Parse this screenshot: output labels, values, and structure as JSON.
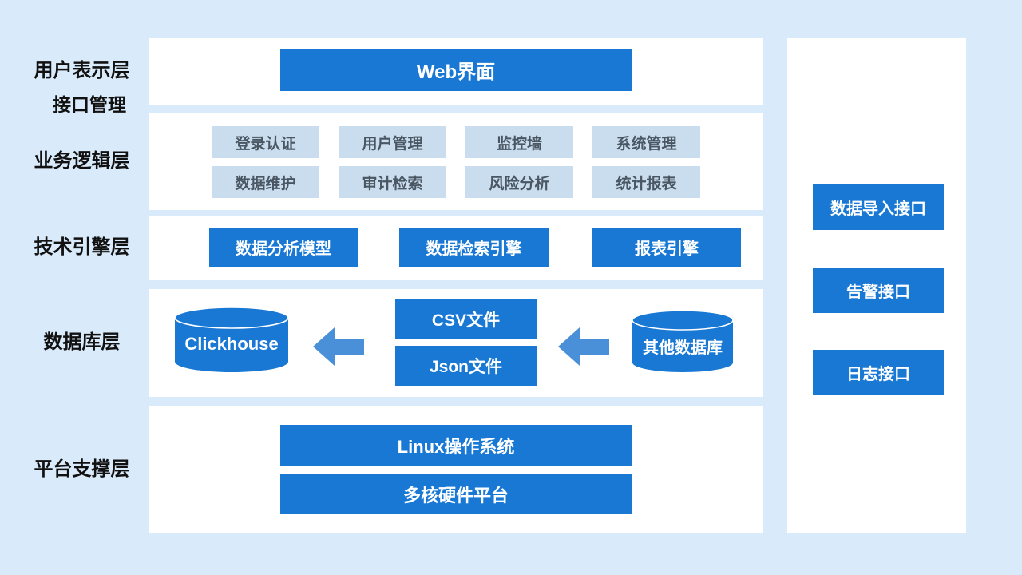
{
  "colors": {
    "page_bg": "#d9eafa",
    "band_bg": "#ffffff",
    "primary_blue": "#1878d4",
    "chip_bg": "#c9ddef",
    "chip_text": "#4a5763",
    "arrow_blue": "#4a90d9",
    "label_text": "#111111"
  },
  "layers": [
    {
      "label": "用户表示层",
      "items": [
        "Web界面"
      ]
    },
    {
      "label": "业务逻辑层",
      "items": [
        "登录认证",
        "用户管理",
        "监控墙",
        "系统管理",
        "数据维护",
        "审计检索",
        "风险分析",
        "统计报表"
      ]
    },
    {
      "label": "技术引擎层",
      "items": [
        "数据分析模型",
        "数据检索引擎",
        "报表引擎"
      ]
    },
    {
      "label": "数据库层",
      "flow": {
        "target_db": "Clickhouse",
        "files": [
          "CSV文件",
          "Json文件"
        ],
        "source_db": "其他数据库"
      }
    },
    {
      "label": "平台支撑层",
      "items": [
        "Linux操作系统",
        "多核硬件平台"
      ]
    }
  ],
  "interface_panel": {
    "title": "接口管理",
    "buttons": [
      "数据导入接口",
      "告警接口",
      "日志接口"
    ]
  }
}
